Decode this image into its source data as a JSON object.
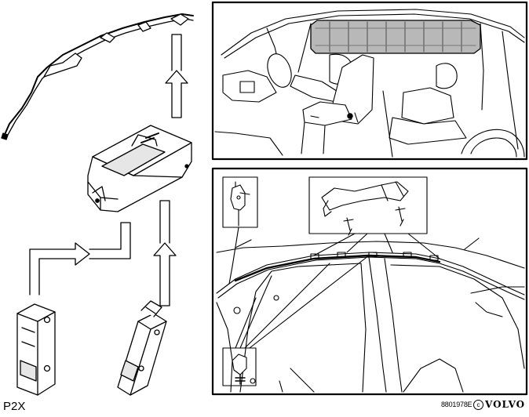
{
  "labels": {
    "model": "P2X",
    "reference": "8801978E",
    "copyright": "c",
    "brand": "VOLVO"
  },
  "colors": {
    "line": "#000000",
    "airbag_fill": "#b8b8b8",
    "background": "#ffffff"
  }
}
